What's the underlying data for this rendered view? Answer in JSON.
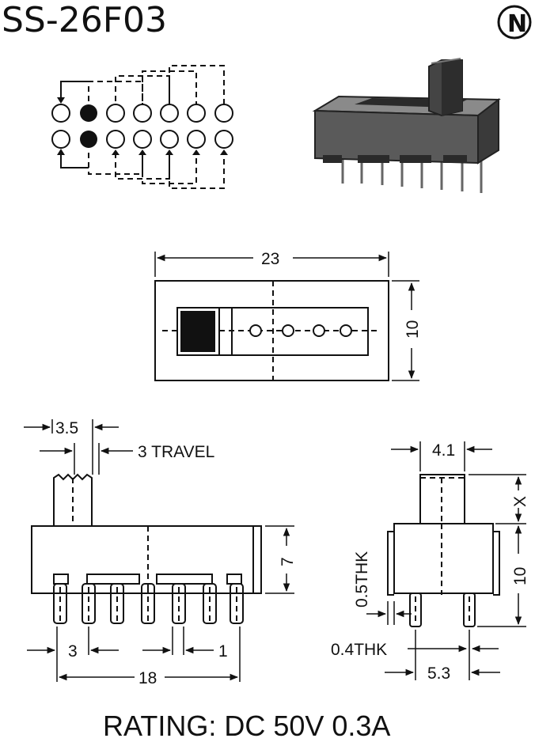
{
  "title": "SS-26F03",
  "logo_letter": "N",
  "rating": "RATING: DC 50V 0.3A",
  "top_view": {
    "width_label": "23",
    "height_label": "10"
  },
  "side_view": {
    "lever_label": "3.5",
    "travel_label": "3 TRAVEL",
    "height_label": "7",
    "pitch_label": "3",
    "pin_width_label": "1",
    "span_label": "18"
  },
  "end_view": {
    "lever_label": "4.1",
    "x_label": "X",
    "height_label": "10",
    "bracket_thk_label": "0.5THK",
    "pin_thk_label": "0.4THK",
    "pin_span_label": "5.3"
  },
  "colors": {
    "ink": "#111111",
    "paper": "#ffffff"
  }
}
